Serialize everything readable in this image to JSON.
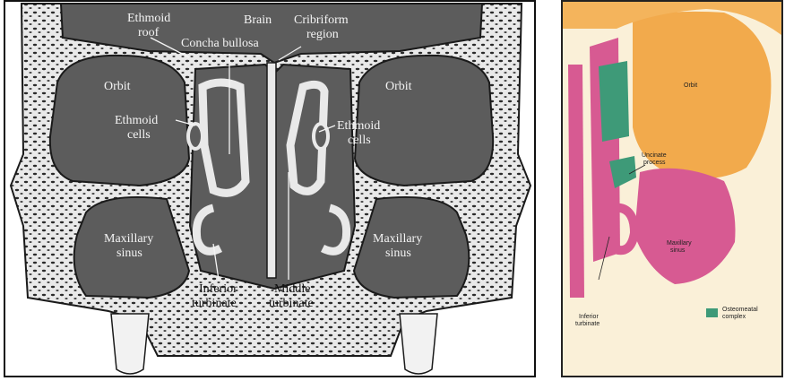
{
  "left_diagram": {
    "labels": {
      "ethmoid_roof_1": "Ethmoid",
      "ethmoid_roof_2": "roof",
      "brain": "Brain",
      "concha_bullosa": "Concha bullosa",
      "cribriform_1": "Cribriform",
      "cribriform_2": "region",
      "orbit_left": "Orbit",
      "orbit_right": "Orbit",
      "ethmoid_cells_left_1": "Ethmoid",
      "ethmoid_cells_left_2": "cells",
      "ethmoid_cells_right_1": "Ethmoid",
      "ethmoid_cells_right_2": "cells",
      "maxillary_left_1": "Maxillary",
      "maxillary_left_2": "sinus",
      "maxillary_right_1": "Maxillary",
      "maxillary_right_2": "sinus",
      "inferior_turbinate_1": "Inferior",
      "inferior_turbinate_2": "turbinate",
      "middle_turbinate_1": "Middle",
      "middle_turbinate_2": "turbinate"
    },
    "colors": {
      "cavity": "#5c5c5c",
      "bone": "#e9e9e9",
      "bone_pores": "#2a2a2a",
      "tooth": "#f2f2f2"
    }
  },
  "right_diagram": {
    "labels": {
      "orbit": "Orbit",
      "uncinate_1": "Uncinate",
      "uncinate_2": "process",
      "maxillary_1": "Maxillary",
      "maxillary_2": "sinus",
      "inferior_1": "Inferior",
      "inferior_2": "turbinate",
      "legend_1": "Osteomeatal",
      "legend_2": "complex"
    },
    "colors": {
      "orbit": "#f2aa4c",
      "sinus": "#d75a92",
      "complex": "#3e9a78",
      "bone": "#fbeed6",
      "background": "#faf0d8"
    }
  }
}
